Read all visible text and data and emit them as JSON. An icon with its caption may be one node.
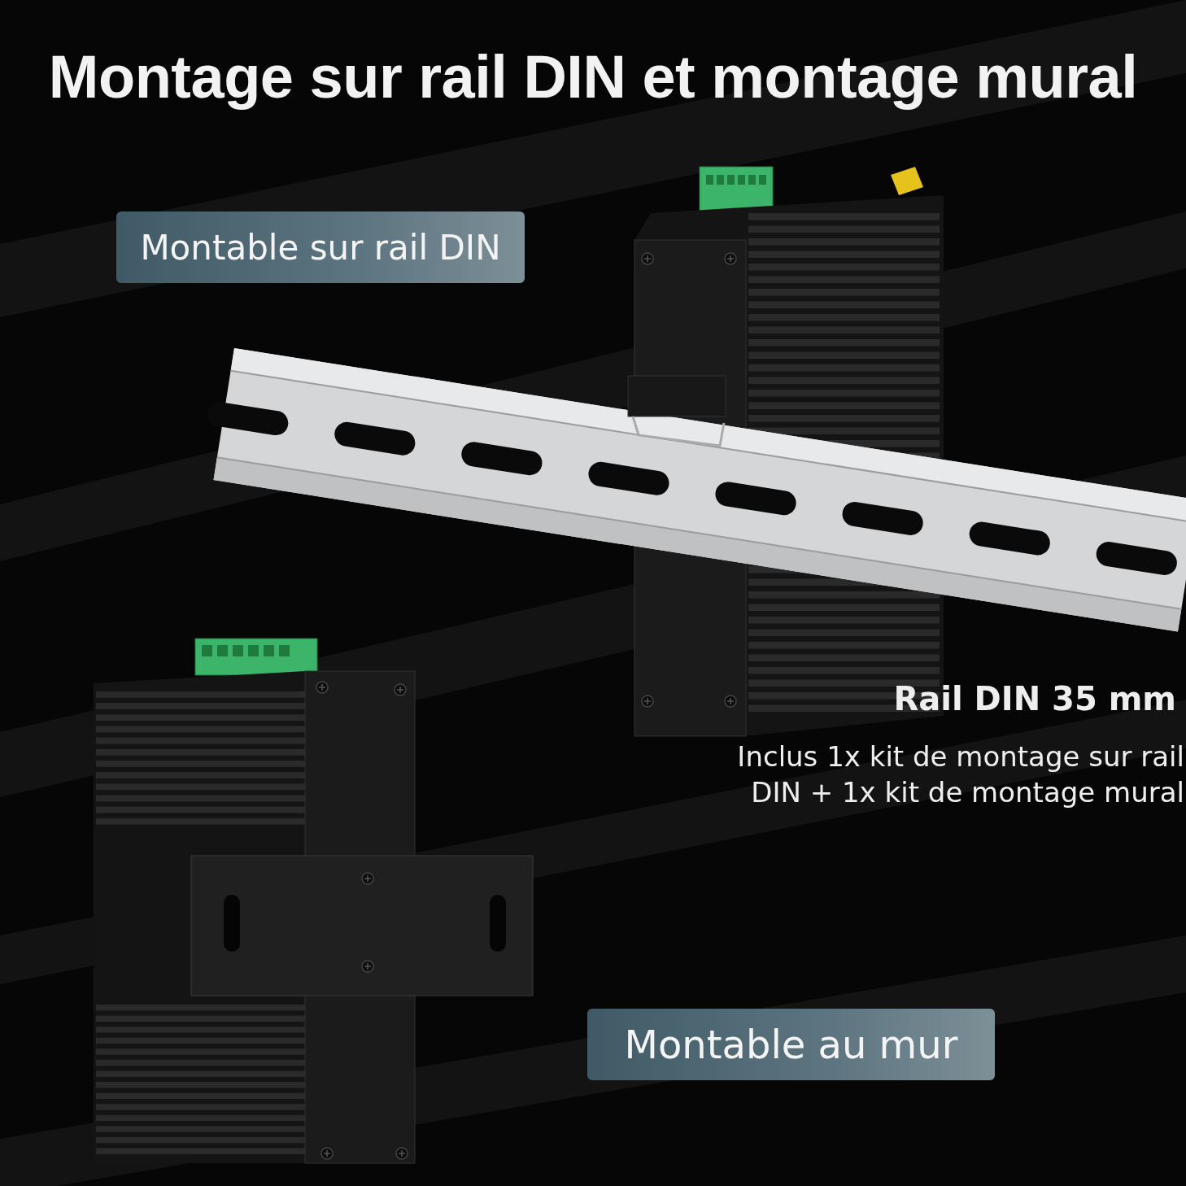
{
  "diagram": {
    "title": "Montage sur rail DIN et montage mural",
    "nodes": [
      {
        "text": [
          "Montable sur rail DIN"
        ]
      },
      {
        "text": [
          "Montable au mur"
        ]
      }
    ],
    "labels": [
      "Rail DIN 35 mm",
      "Inclus 1x kit de montage sur rail DIN + 1x kit de montage mural"
    ]
  }
}
